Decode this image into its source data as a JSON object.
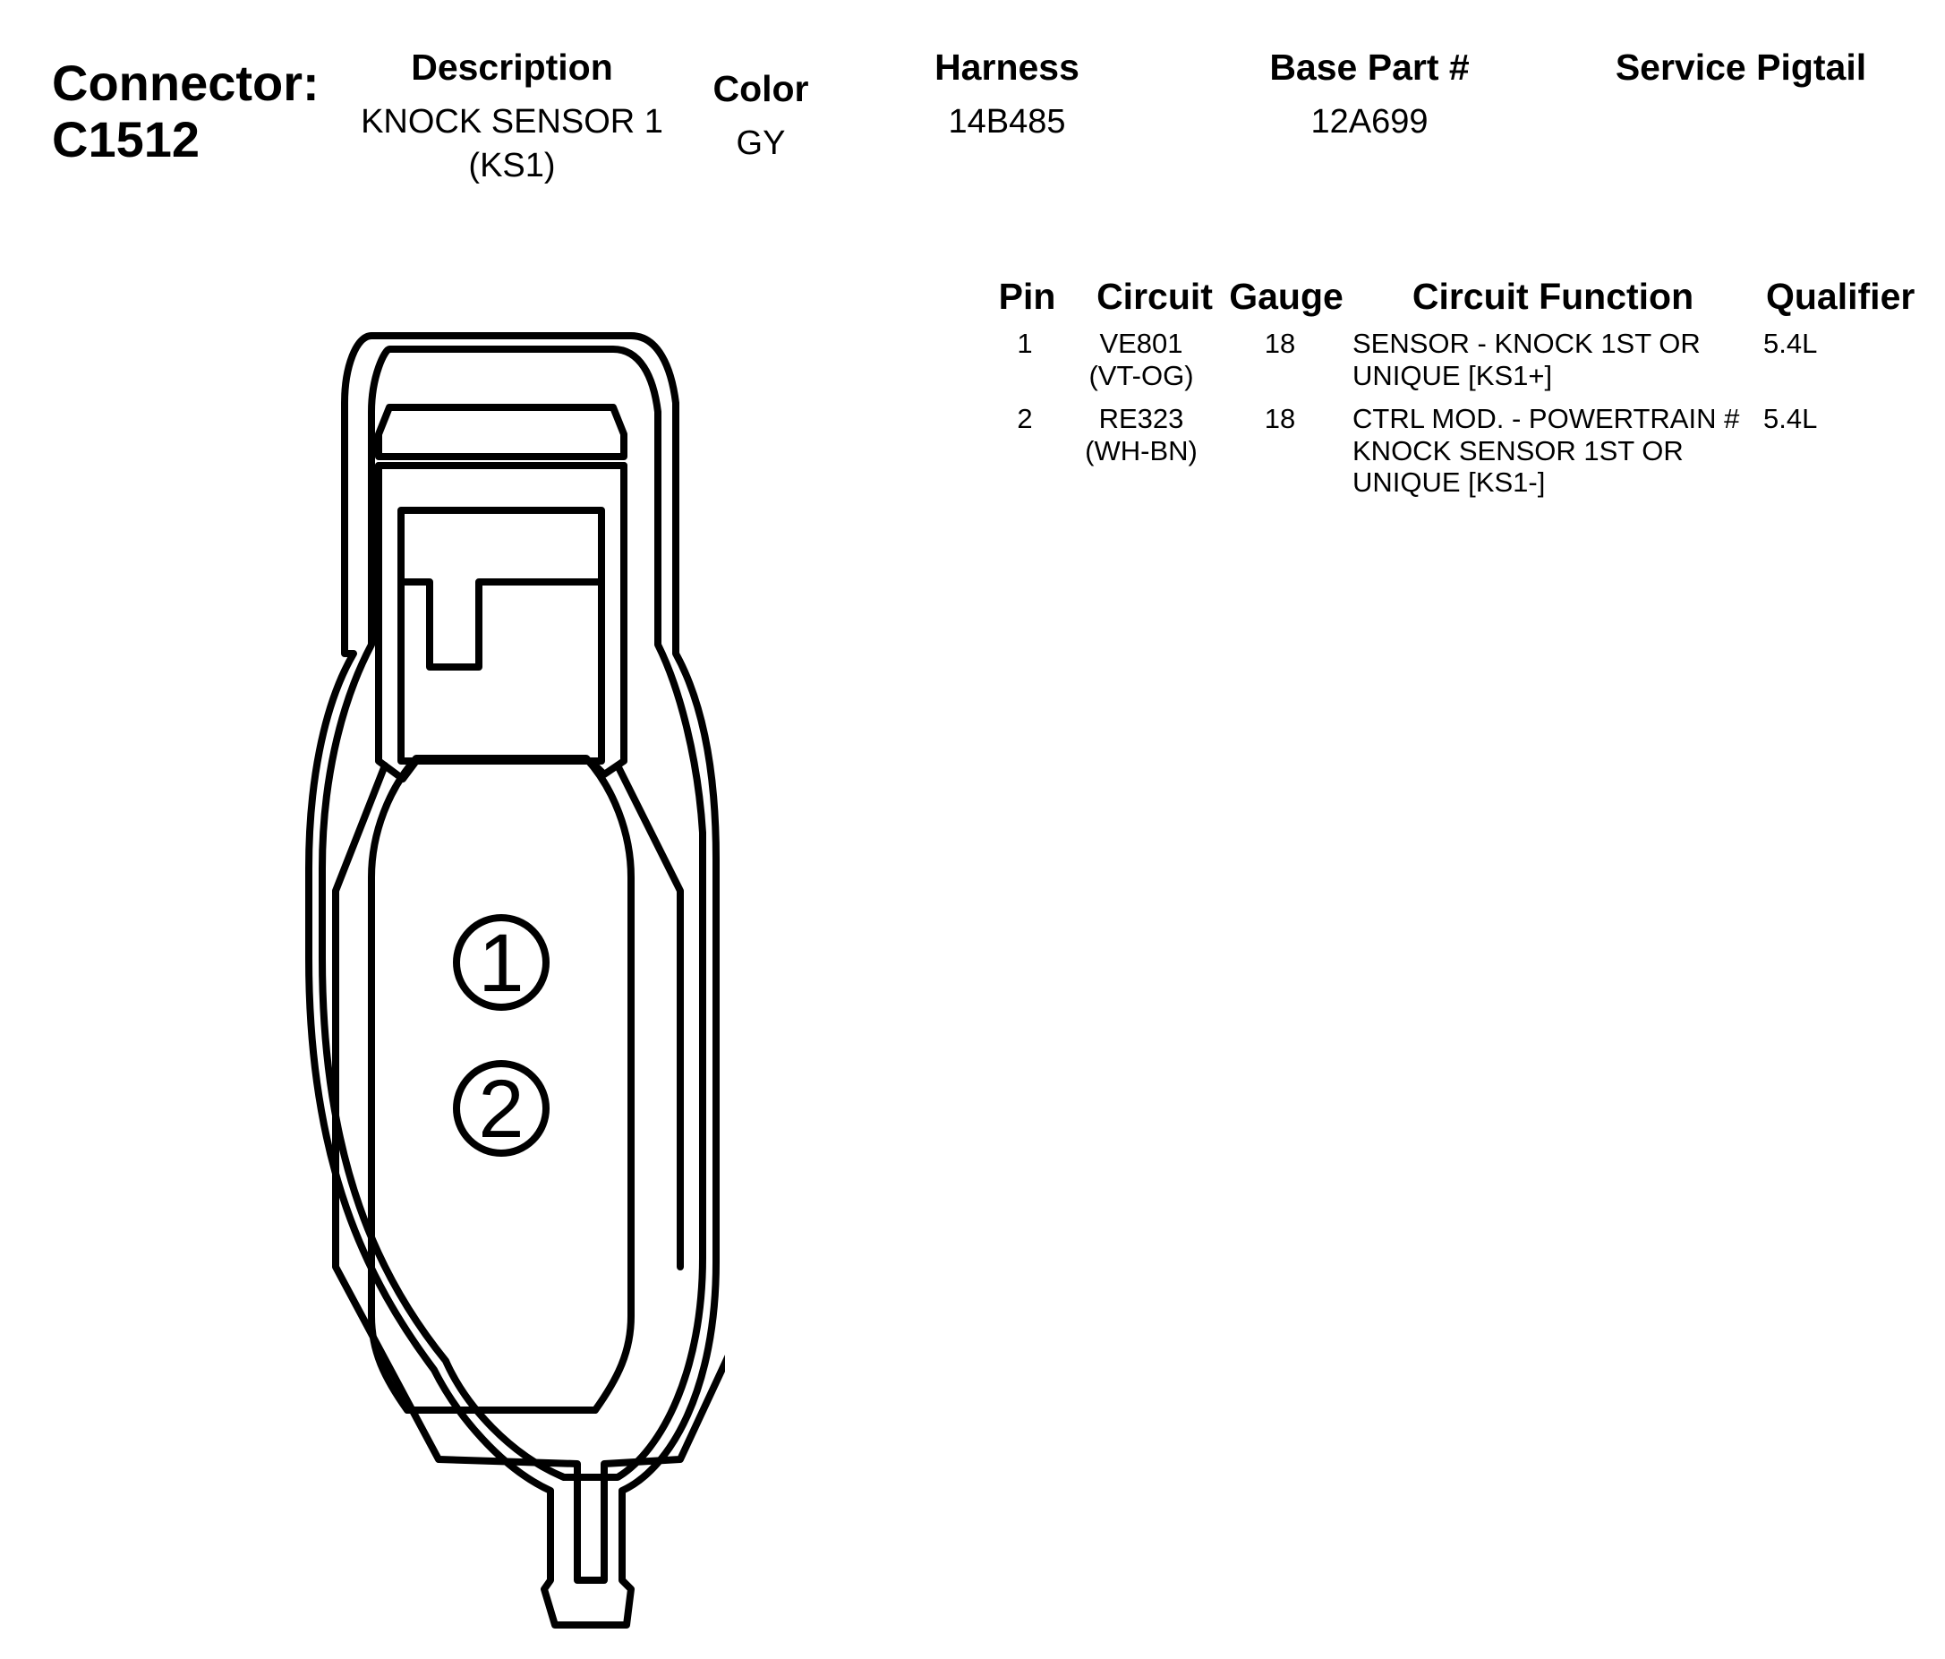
{
  "connector": {
    "label": "Connector:",
    "id": "C1512"
  },
  "header": {
    "description_label": "Description",
    "description_line1": "KNOCK SENSOR 1",
    "description_line2": "(KS1)",
    "color_label": "Color",
    "color_value": "GY",
    "harness_label": "Harness",
    "harness_value": "14B485",
    "base_part_label": "Base Part #",
    "base_part_value": "12A699",
    "service_pigtail_label": "Service Pigtail",
    "service_pigtail_value": ""
  },
  "pin_table": {
    "columns": [
      "Pin",
      "Circuit",
      "Gauge",
      "Circuit Function",
      "Qualifier"
    ],
    "rows": [
      {
        "pin": "1",
        "circuit": "VE801",
        "circuit_color": "(VT-OG)",
        "gauge": "18",
        "function_lines": [
          "SENSOR - KNOCK 1ST OR",
          "UNIQUE [KS1+]"
        ],
        "qualifier": "5.4L"
      },
      {
        "pin": "2",
        "circuit": "RE323",
        "circuit_color": "(WH-BN)",
        "gauge": "18",
        "function_lines": [
          "CTRL MOD. - POWERTRAIN #",
          "KNOCK SENSOR 1ST OR",
          "UNIQUE [KS1-]"
        ],
        "qualifier": "5.4L"
      }
    ]
  },
  "diagram": {
    "pin_labels": [
      "1",
      "2"
    ]
  }
}
